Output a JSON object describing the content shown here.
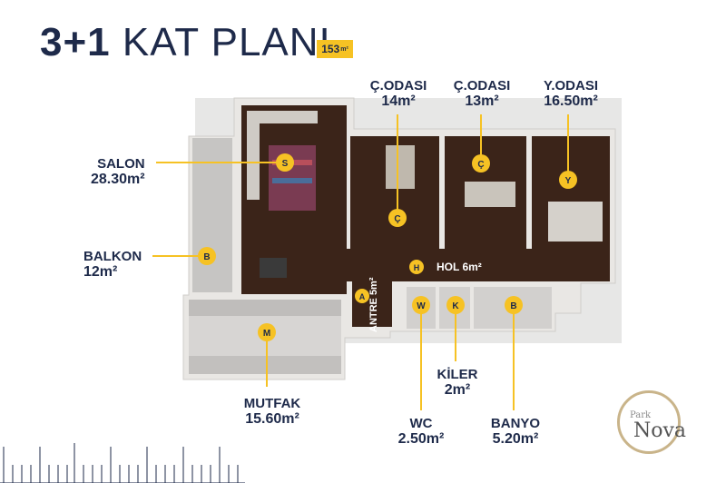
{
  "header": {
    "title_bold": "3+1",
    "title_rest": "KAT PLANI",
    "area_value": "153",
    "area_unit": "m²"
  },
  "rooms": {
    "salon": {
      "name": "SALON",
      "area": "28.30m²",
      "marker": "S"
    },
    "balkon": {
      "name": "BALKON",
      "area": "12m²",
      "marker": "B"
    },
    "mutfak": {
      "name": "MUTFAK",
      "area": "15.60m²",
      "marker": "M"
    },
    "cocuk1": {
      "name": "Ç.ODASI",
      "area": "14m²",
      "marker": "Ç"
    },
    "cocuk2": {
      "name": "Ç.ODASI",
      "area": "13m²",
      "marker": "Ç"
    },
    "yatak": {
      "name": "Y.ODASI",
      "area": "16.50m²",
      "marker": "Y"
    },
    "kiler": {
      "name": "KİLER",
      "area": "2m²",
      "marker": "K"
    },
    "wc": {
      "name": "WC",
      "area": "2.50m²",
      "marker": "W"
    },
    "banyo": {
      "name": "BANYO",
      "area": "5.20m²",
      "marker": "B"
    },
    "hol": {
      "name": "HOL 6m²",
      "marker": "H"
    },
    "antre": {
      "name": "ANTRE 5m²",
      "marker": "A"
    }
  },
  "logo": {
    "small": "Park",
    "large": "Nova"
  },
  "colors": {
    "marker": "#f6c224",
    "text": "#1e2a4a",
    "floor": "#3b2419",
    "wall": "#e9e7e4"
  }
}
